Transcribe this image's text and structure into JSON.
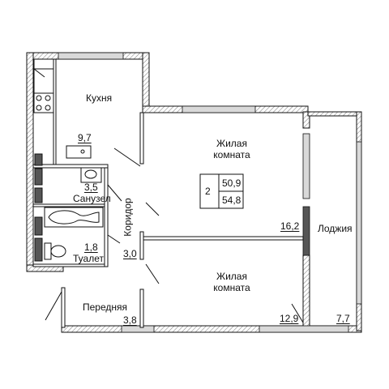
{
  "rooms": {
    "kitchen": {
      "name": "Кухня",
      "area": "9,7"
    },
    "bathroom": {
      "name": "Санузел",
      "area": "3,5"
    },
    "toilet": {
      "name": "Туалет",
      "area": "1,8"
    },
    "corridor": {
      "name": "Коридор",
      "area": "3,0"
    },
    "living_top": {
      "name_line1": "Жилая",
      "name_line2": "комната",
      "area": "16,2"
    },
    "living_bottom": {
      "name_line1": "Жилая",
      "name_line2": "комната",
      "area": "12,9"
    },
    "loggia": {
      "name": "Лоджия",
      "area": "7,7"
    },
    "hallway": {
      "name": "Передняя",
      "area": "3,8"
    }
  },
  "summary": {
    "rooms_count": "2",
    "living_area": "50,9",
    "total_area": "54,8"
  },
  "colors": {
    "wall_fill": "#ffffff",
    "wall_line": "#111111",
    "hatch": "#777777",
    "window": "#bfbfbf",
    "column": "#333333"
  }
}
